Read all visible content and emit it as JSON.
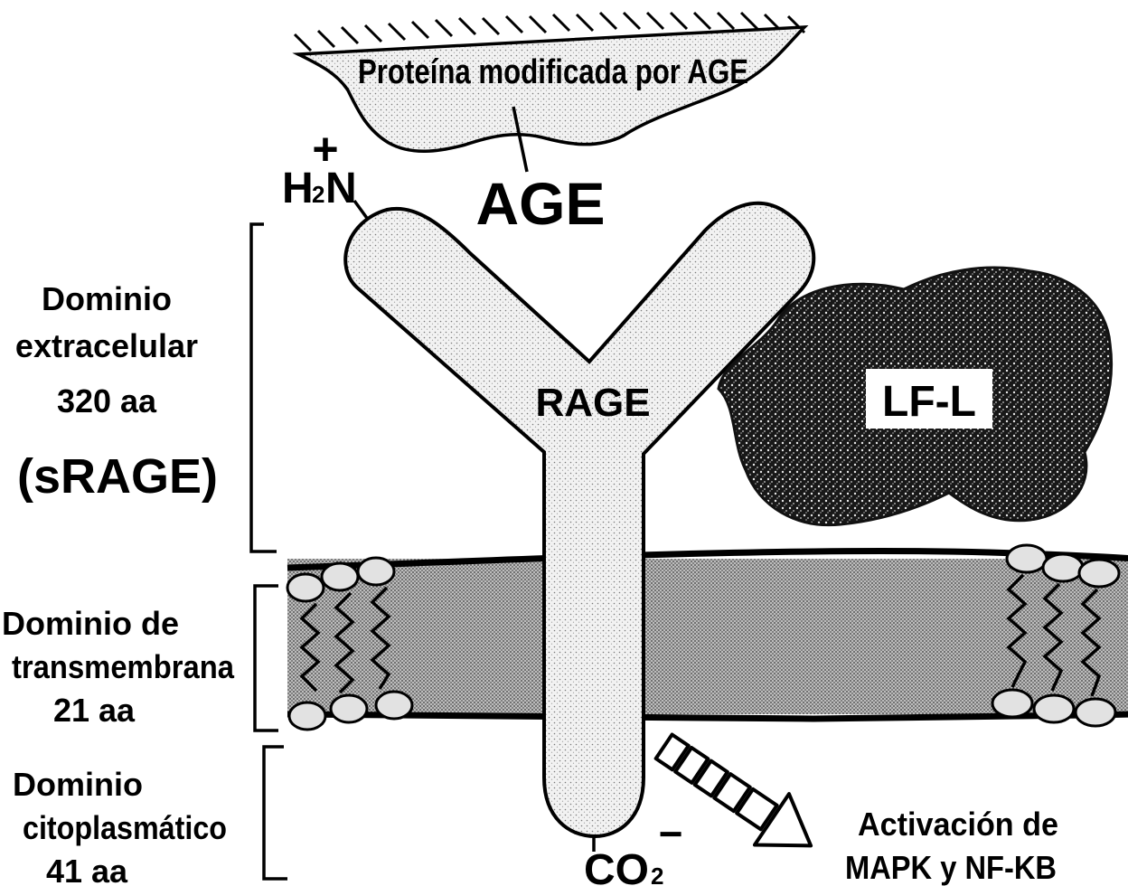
{
  "colors": {
    "ink": "#000000",
    "receptor_fill": "#e6e6e6",
    "membrane_fill": "#9a9a9a",
    "lipid_head": "#e2e2e2",
    "lfl_blob": "#1c1c1c"
  },
  "ligand": {
    "label": "Proteína modificada por AGE"
  },
  "age_label": "AGE",
  "nterm": {
    "base": "H",
    "sub": "2",
    "tail": "N",
    "charge": "+"
  },
  "receptor": {
    "label": "RAGE"
  },
  "cterm": {
    "base": "CO",
    "sub": "2",
    "charge": "−"
  },
  "lfl": {
    "label": "LF-L"
  },
  "domains": {
    "extracellular": {
      "line1": "Dominio",
      "line2": "extracelular",
      "line3": "320 aa",
      "line4": "(sRAGE)"
    },
    "transmembrane": {
      "line1": "Dominio de",
      "line2": "transmembrana",
      "line3": "21 aa"
    },
    "cytoplasmic": {
      "line1": "Dominio",
      "line2": "citoplasmático",
      "line3": "41 aa"
    }
  },
  "activation": {
    "line1": "Activación de",
    "line2": "MAPK y NF-KB"
  }
}
